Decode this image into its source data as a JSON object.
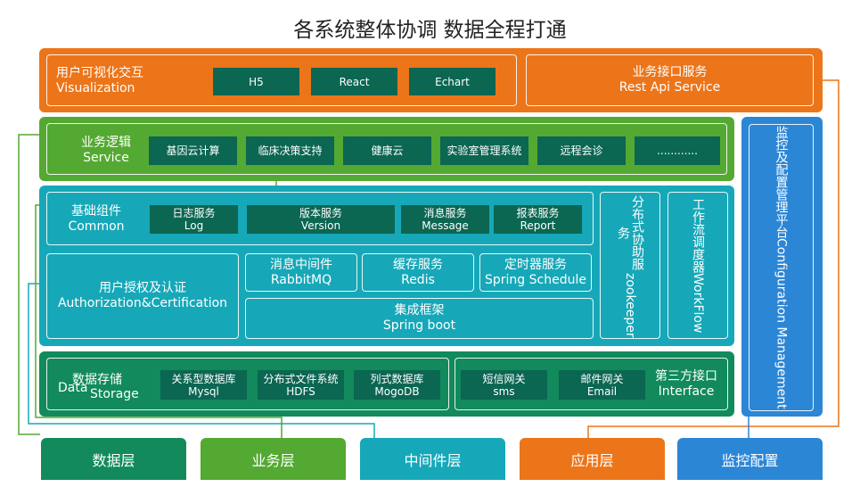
{
  "title": "各系统整体协调    数据全程打通",
  "colors": {
    "orange": "#ec7519",
    "green": "#54a932",
    "teal": "#16a8b8",
    "dark_green": "#128a5c",
    "blue": "#2c86d6",
    "dark_cell": "#0b6652"
  },
  "visualization": {
    "label_cn": "用户可视化交互",
    "label_en": "Visualization",
    "items": [
      "H5",
      "React",
      "Echart"
    ]
  },
  "rest_api": {
    "label_cn": "业务接口服务",
    "label_en": "Rest Api Service"
  },
  "service": {
    "label_cn": "业务逻辑",
    "label_en": "Service",
    "items": [
      "基因云计算",
      "临床决策支持",
      "健康云",
      "实验室管理系统",
      "远程会诊",
      "............"
    ]
  },
  "common": {
    "label_cn": "基础组件",
    "label_en": "Common",
    "items": [
      {
        "cn": "日志服务",
        "en": "Log"
      },
      {
        "cn": "版本服务",
        "en": "Version"
      },
      {
        "cn": "消息服务",
        "en": "Message"
      },
      {
        "cn": "报表服务",
        "en": "Report"
      }
    ]
  },
  "zookeeper": {
    "cn": "分布式协助服务",
    "en": "zookeeper"
  },
  "workflow": {
    "cn": "工作流调度器",
    "en": "WorkFlow"
  },
  "auth": {
    "cn": "用户授权及认证",
    "en": "Authorization&Certification"
  },
  "middleware": [
    {
      "cn": "消息中间件",
      "en": "RabbitMQ"
    },
    {
      "cn": "缓存服务",
      "en": "Redis"
    },
    {
      "cn": "定时器服务",
      "en": "Spring Schedule"
    }
  ],
  "springboot": {
    "cn": "集成框架",
    "en": "Spring boot"
  },
  "storage": {
    "label_cn": "数据存储",
    "label_en_1": "Data",
    "label_en_2": "Storage",
    "items": [
      {
        "cn": "关系型数据库",
        "en": "Mysql"
      },
      {
        "cn": "分布式文件系统",
        "en": "HDFS"
      },
      {
        "cn": "列式数据库",
        "en": "MogoDB"
      }
    ]
  },
  "third_party": {
    "label_cn": "第三方接口",
    "label_en": "Interface",
    "items": [
      {
        "cn": "短信网关",
        "en": "sms"
      },
      {
        "cn": "邮件网关",
        "en": "Email"
      }
    ]
  },
  "config_mgmt": {
    "cn": "监控及配置管理平台",
    "en": "Configuration Management"
  },
  "legend": [
    "数据层",
    "业务层",
    "中间件层",
    "应用层",
    "监控配置"
  ]
}
